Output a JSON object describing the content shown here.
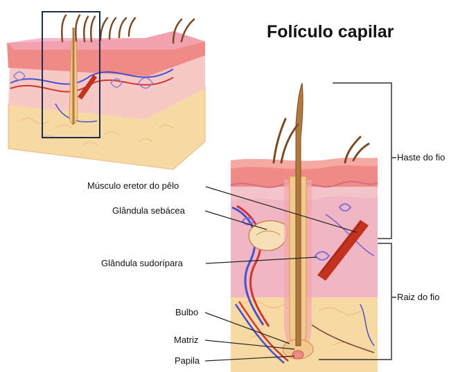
{
  "title": "Folículo capilar",
  "labels": {
    "musculo": "Músculo eretor do pêlo",
    "sebacea": "Glândula sebácea",
    "sudoripara": "Glândula sudorípara",
    "bulbo": "Bulbo",
    "matriz": "Matriz",
    "papila": "Papila",
    "haste": "Haste do fio",
    "raiz": "Raiz do fio"
  },
  "colors": {
    "skin_top": "#f08a86",
    "skin_pink": "#f2a7b9",
    "dermis": "#f6c9c7",
    "fat": "#f7d9a3",
    "hair": "#b07a3e",
    "follicle": "#f3c98e",
    "muscle": "#c3311f",
    "vein": "#4a4fd1",
    "artery": "#d2332b",
    "frame": "#1e2a4a"
  }
}
